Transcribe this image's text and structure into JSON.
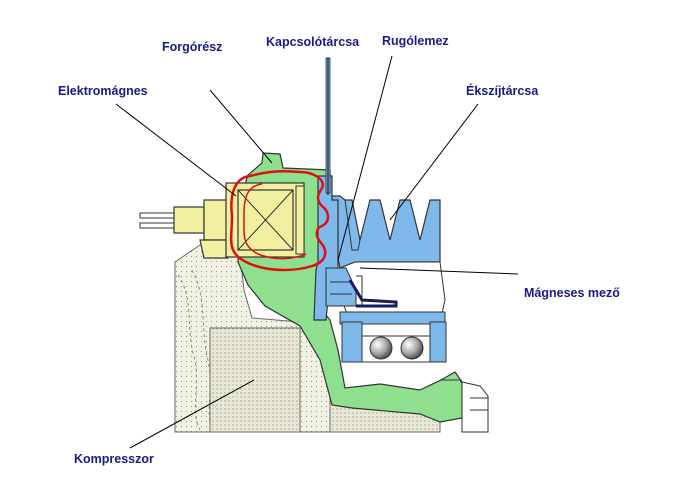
{
  "labels": {
    "forgoresz": "Forgórész",
    "kapcsolotarcsa": "Kapcsolótárcsa",
    "rugolemez": "Rugólemez",
    "elektromagnes": "Elektromágnes",
    "ekszijtarcsa": "Ékszíjtárcsa",
    "magneses_mezo": "Mágneses mező",
    "kompresszor": "Kompresszor"
  },
  "colors": {
    "label_text": "#1a1a8c",
    "rotor_green": "#8ee08e",
    "magnet_yellow": "#f2f0a0",
    "pulley_blue": "#7fb8ea",
    "field_red": "#e01010",
    "compressor_fill": "#efefe0",
    "outline": "#333333"
  }
}
